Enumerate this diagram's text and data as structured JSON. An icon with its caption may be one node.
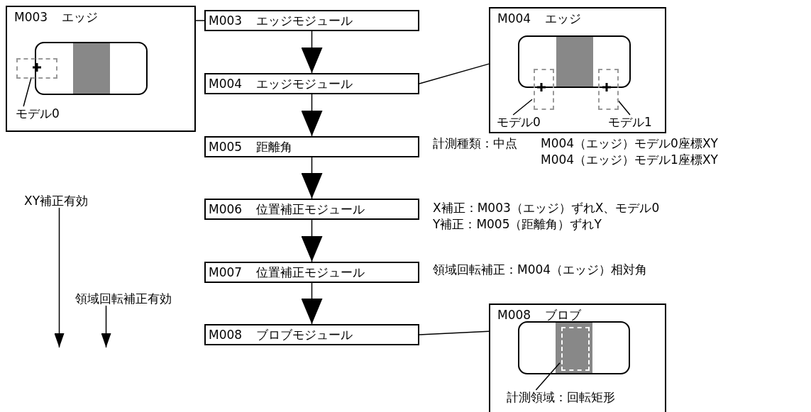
{
  "diagram": {
    "nodes": [
      {
        "text": [
          "M003 エッジ"
        ]
      },
      {
        "text": [
          "モデル0"
        ],
        "in": 0
      },
      {
        "text": [],
        "shape": "box",
        "in": 0
      },
      {
        "text": [
          "M003 エッジモジュール"
        ]
      },
      {
        "text": [
          "M004 エッジモジュール"
        ]
      },
      {
        "text": [
          "M005 距離角"
        ],
        "beside": [
          "計測種類：中点",
          "M004（エッジ）モデル0座標XY",
          "M004（エッジ）モデル1座標XY"
        ]
      },
      {
        "text": [
          "M006 位置補正モジュール"
        ],
        "beside": [
          "X補正：M003（エッジ）ずれX、モデル0",
          "Y補正：M005（距離角）ずれY"
        ]
      },
      {
        "text": [
          "M007 位置補正モジュール"
        ],
        "beside": [
          "領域回転補正：M004（エッジ）相対角"
        ]
      },
      {
        "text": [
          "M008 ブロブモジュール"
        ]
      },
      {
        "text": [
          "M004 エッジ"
        ]
      },
      {
        "text": [
          "モデル0"
        ],
        "in": 9
      },
      {
        "text": [],
        "shape": "box",
        "in": 9
      },
      {
        "text": [
          "モデル1"
        ],
        "in": 9
      },
      {
        "text": [],
        "shape": "box",
        "in": 9
      },
      {
        "text": [
          "M008 ブロブ"
        ]
      },
      {
        "text": [
          "計測領域：回転矩形"
        ],
        "in": 14
      },
      {
        "text": [],
        "shape": "box",
        "in": 14
      },
      {
        "text": [
          "XY補正有効"
        ]
      },
      {
        "text": [
          "領域回転補正有効"
        ]
      }
    ],
    "edges": [
      {
        "from": 0,
        "to": 3,
        "arrow": "none"
      },
      {
        "from": 1,
        "to": 2,
        "arrow": "none"
      },
      {
        "from": 3,
        "to": 4,
        "arrow": "to"
      },
      {
        "from": 4,
        "to": 9,
        "arrow": "none"
      },
      {
        "from": 10,
        "to": 11,
        "arrow": "none"
      },
      {
        "from": 12,
        "to": 13,
        "arrow": "none"
      },
      {
        "from": 4,
        "to": 5,
        "arrow": "to"
      },
      {
        "from": 5,
        "to": 6,
        "arrow": "to"
      },
      {
        "from": 6,
        "to": 7,
        "arrow": "to"
      },
      {
        "from": 7,
        "to": 8,
        "arrow": "to"
      },
      {
        "from": 8,
        "to": 14,
        "arrow": "none"
      },
      {
        "from": 15,
        "to": 16,
        "arrow": "none"
      },
      {
        "from": 17,
        "to": null,
        "arrow": "to"
      },
      {
        "from": 18,
        "to": null,
        "arrow": "to"
      }
    ]
  }
}
